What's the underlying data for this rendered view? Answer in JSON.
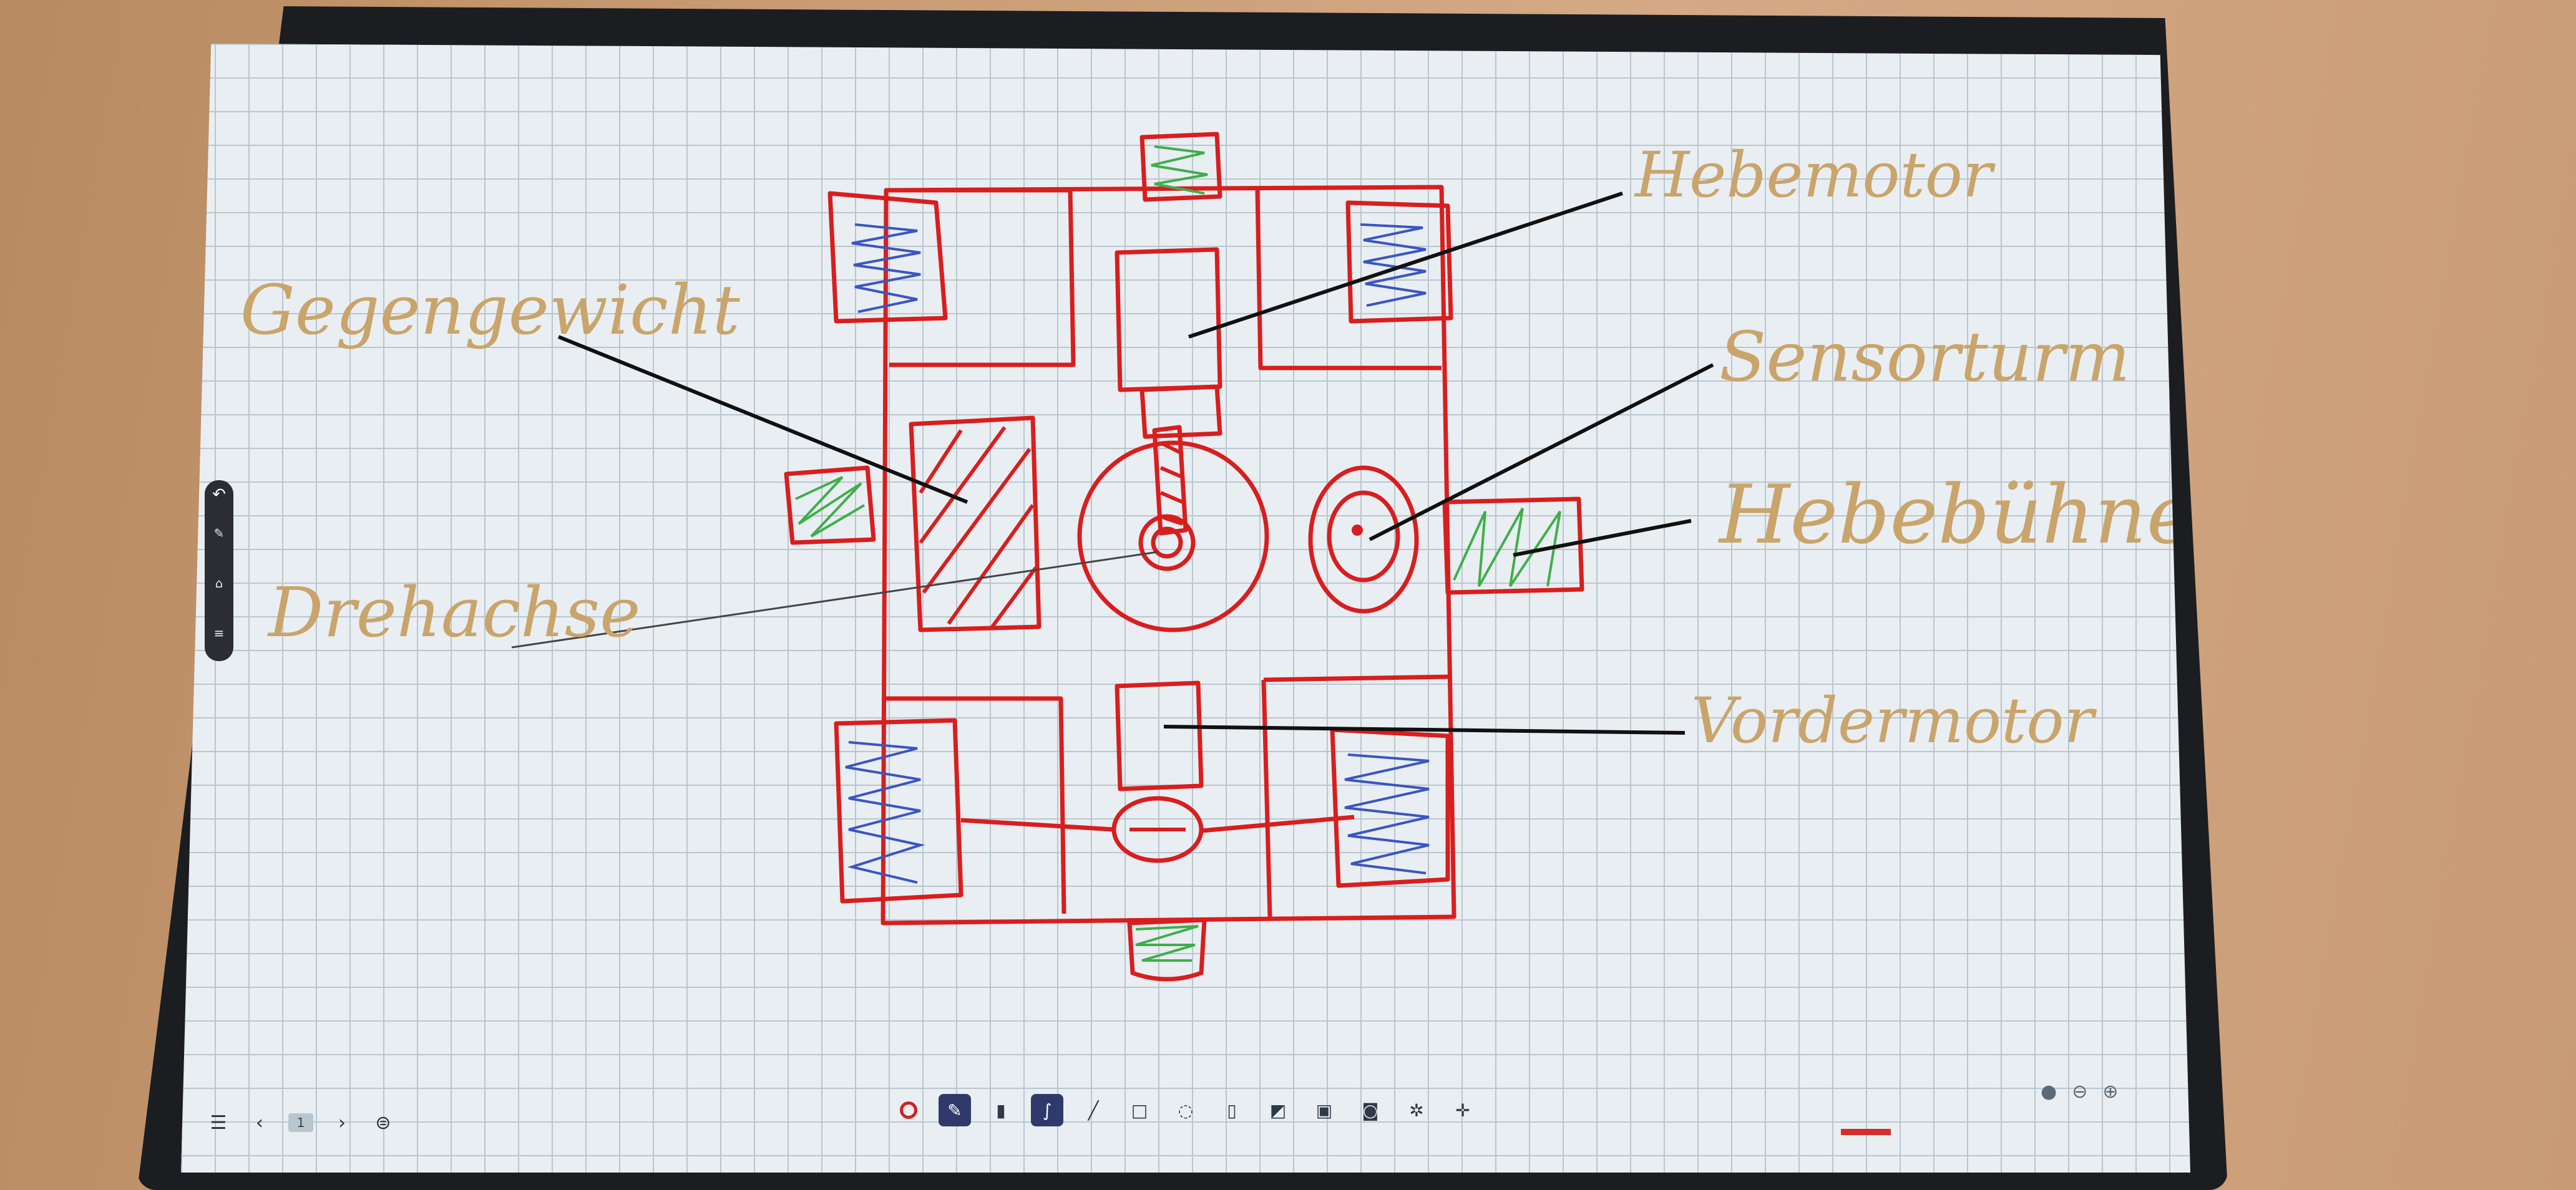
{
  "whiteboard": {
    "labels": {
      "gegengewicht": "Gegengewicht",
      "hebemotor": "Hebemotor",
      "sensorturm": "Sensorturm",
      "hebebuehne": "Hebebühne",
      "drehachse": "Drehachse",
      "vordermotor": "Vordermotor"
    }
  },
  "page_nav": {
    "menu_icon": "menu-icon",
    "prev_icon": "chevron-left-icon",
    "current_page": "1",
    "next_icon": "chevron-right-icon",
    "pages_icon": "page-overview-icon"
  },
  "tools": [
    {
      "name": "pen-color",
      "icon": "pen-color-icon",
      "active": false
    },
    {
      "name": "pen",
      "icon": "pen-icon",
      "active": true
    },
    {
      "name": "marker",
      "icon": "marker-icon",
      "active": false
    },
    {
      "name": "freehand",
      "icon": "freehand-line-icon",
      "active": true
    },
    {
      "name": "straight-line",
      "icon": "line-icon",
      "active": false
    },
    {
      "name": "rectangle",
      "icon": "rectangle-icon",
      "active": false
    },
    {
      "name": "lasso",
      "icon": "lasso-icon",
      "active": false
    },
    {
      "name": "eraser",
      "icon": "eraser-icon",
      "active": false
    },
    {
      "name": "shape-recognition",
      "icon": "shape-recognition-icon",
      "active": false
    },
    {
      "name": "insert-image",
      "icon": "image-icon",
      "active": false
    },
    {
      "name": "screenshot",
      "icon": "camera-icon",
      "active": false
    },
    {
      "name": "effects",
      "icon": "sparkle-icon",
      "active": false
    },
    {
      "name": "move",
      "icon": "move-icon",
      "active": false
    }
  ],
  "zoom_controls": {
    "fit_icon": "fit-screen-icon",
    "zoom_out_icon": "zoom-out-icon",
    "zoom_in_icon": "zoom-in-icon"
  },
  "colors": {
    "ink_red": "#d81e1e",
    "ink_black": "#111111",
    "ink_blue": "#3b55c2",
    "ink_green": "#3fae4a",
    "label_ink": "#c9a46b",
    "toolbar_active": "#2f3a6b"
  }
}
